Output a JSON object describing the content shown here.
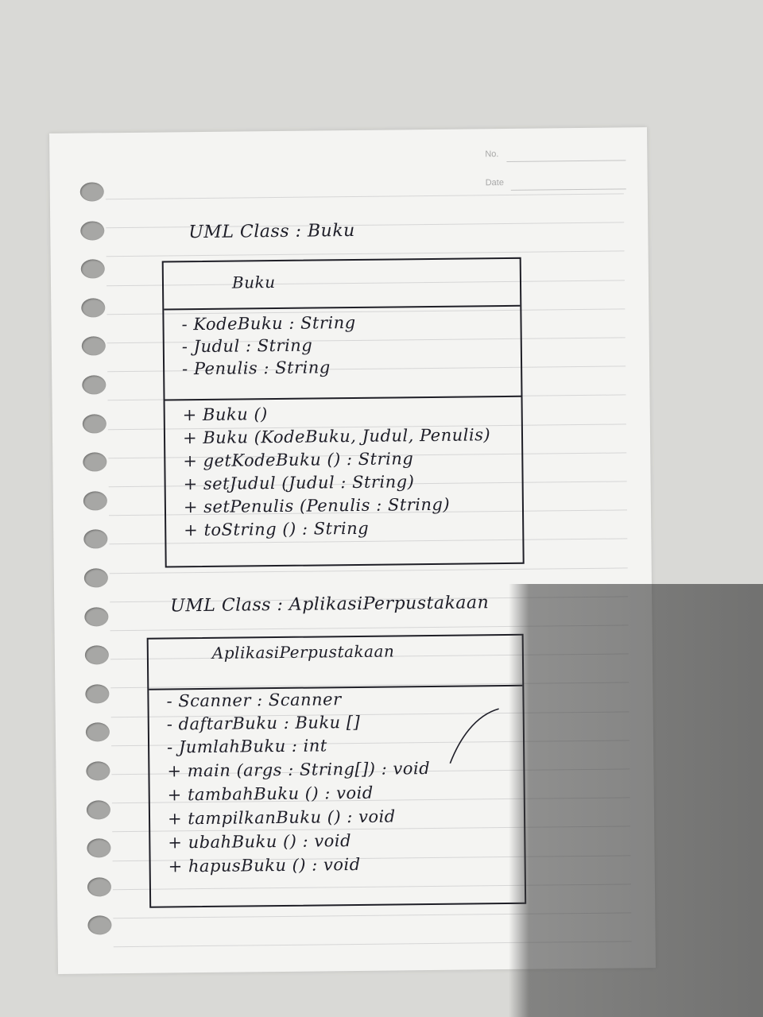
{
  "paper_header": {
    "no_label": "No.",
    "date_label": "Date"
  },
  "diagram_1": {
    "title": "UML Class : Buku",
    "class_name": "Buku",
    "attributes": [
      "- KodeBuku : String",
      "- Judul : String",
      "- Penulis : String"
    ],
    "methods": [
      "+ Buku ()",
      "+ Buku (KodeBuku, Judul, Penulis)",
      "+ getKodeBuku () : String",
      "+ setJudul (Judul : String)",
      "+ setPenulis (Penulis : String)",
      "+ toString () : String"
    ]
  },
  "diagram_2": {
    "title": "UML Class : AplikasiPerpustakaan",
    "class_name": "AplikasiPerpustakaan",
    "attributes": [
      "- Scanner : Scanner",
      "- daftarBuku : Buku []",
      "- JumlahBuku : int"
    ],
    "methods": [
      "+ main (args : String[]) : void",
      "+ tambahBuku () : void",
      "+ tampilkanBuku () : void",
      "+ ubahBuku () : void",
      "+ hapusBuku () : void"
    ]
  },
  "colors": {
    "ink": "#1e1e28",
    "paper": "#f4f4f2",
    "background": "#d9d9d6",
    "rule": "#d6d6d6"
  }
}
